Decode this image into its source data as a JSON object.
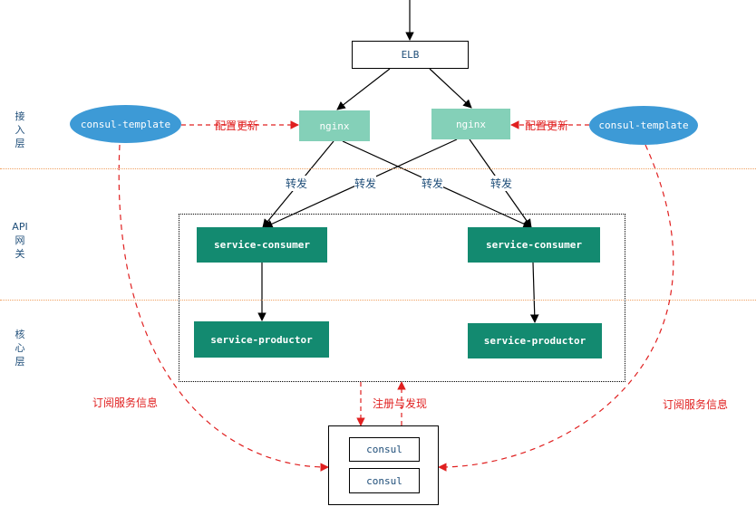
{
  "layers": {
    "access": [
      "接",
      "入",
      "层"
    ],
    "gateway": [
      "API",
      "网",
      "关"
    ],
    "core": [
      "核",
      "心",
      "层"
    ]
  },
  "nodes": {
    "elb": "ELB",
    "nginx_left": "nginx",
    "nginx_right": "nginx",
    "ct_left": "consul-template",
    "ct_right": "consul-template",
    "consumer_left": "service-consumer",
    "consumer_right": "service-consumer",
    "productor_left": "service-productor",
    "productor_right": "service-productor",
    "consul_1": "consul",
    "consul_2": "consul"
  },
  "edge_labels": {
    "config_update_left": "配置更新",
    "config_update_right": "配置更新",
    "forward_1": "转发",
    "forward_2": "转发",
    "forward_3": "转发",
    "forward_4": "转发",
    "subscribe_left": "订阅服务信息",
    "subscribe_right": "订阅服务信息",
    "register": "注册与发现"
  },
  "colors": {
    "nginx": "#84d0b8",
    "service": "#138a70",
    "consul_template": "#3d9ad6",
    "dashed_red": "#e02020",
    "layer_separator": "#f0a060"
  }
}
